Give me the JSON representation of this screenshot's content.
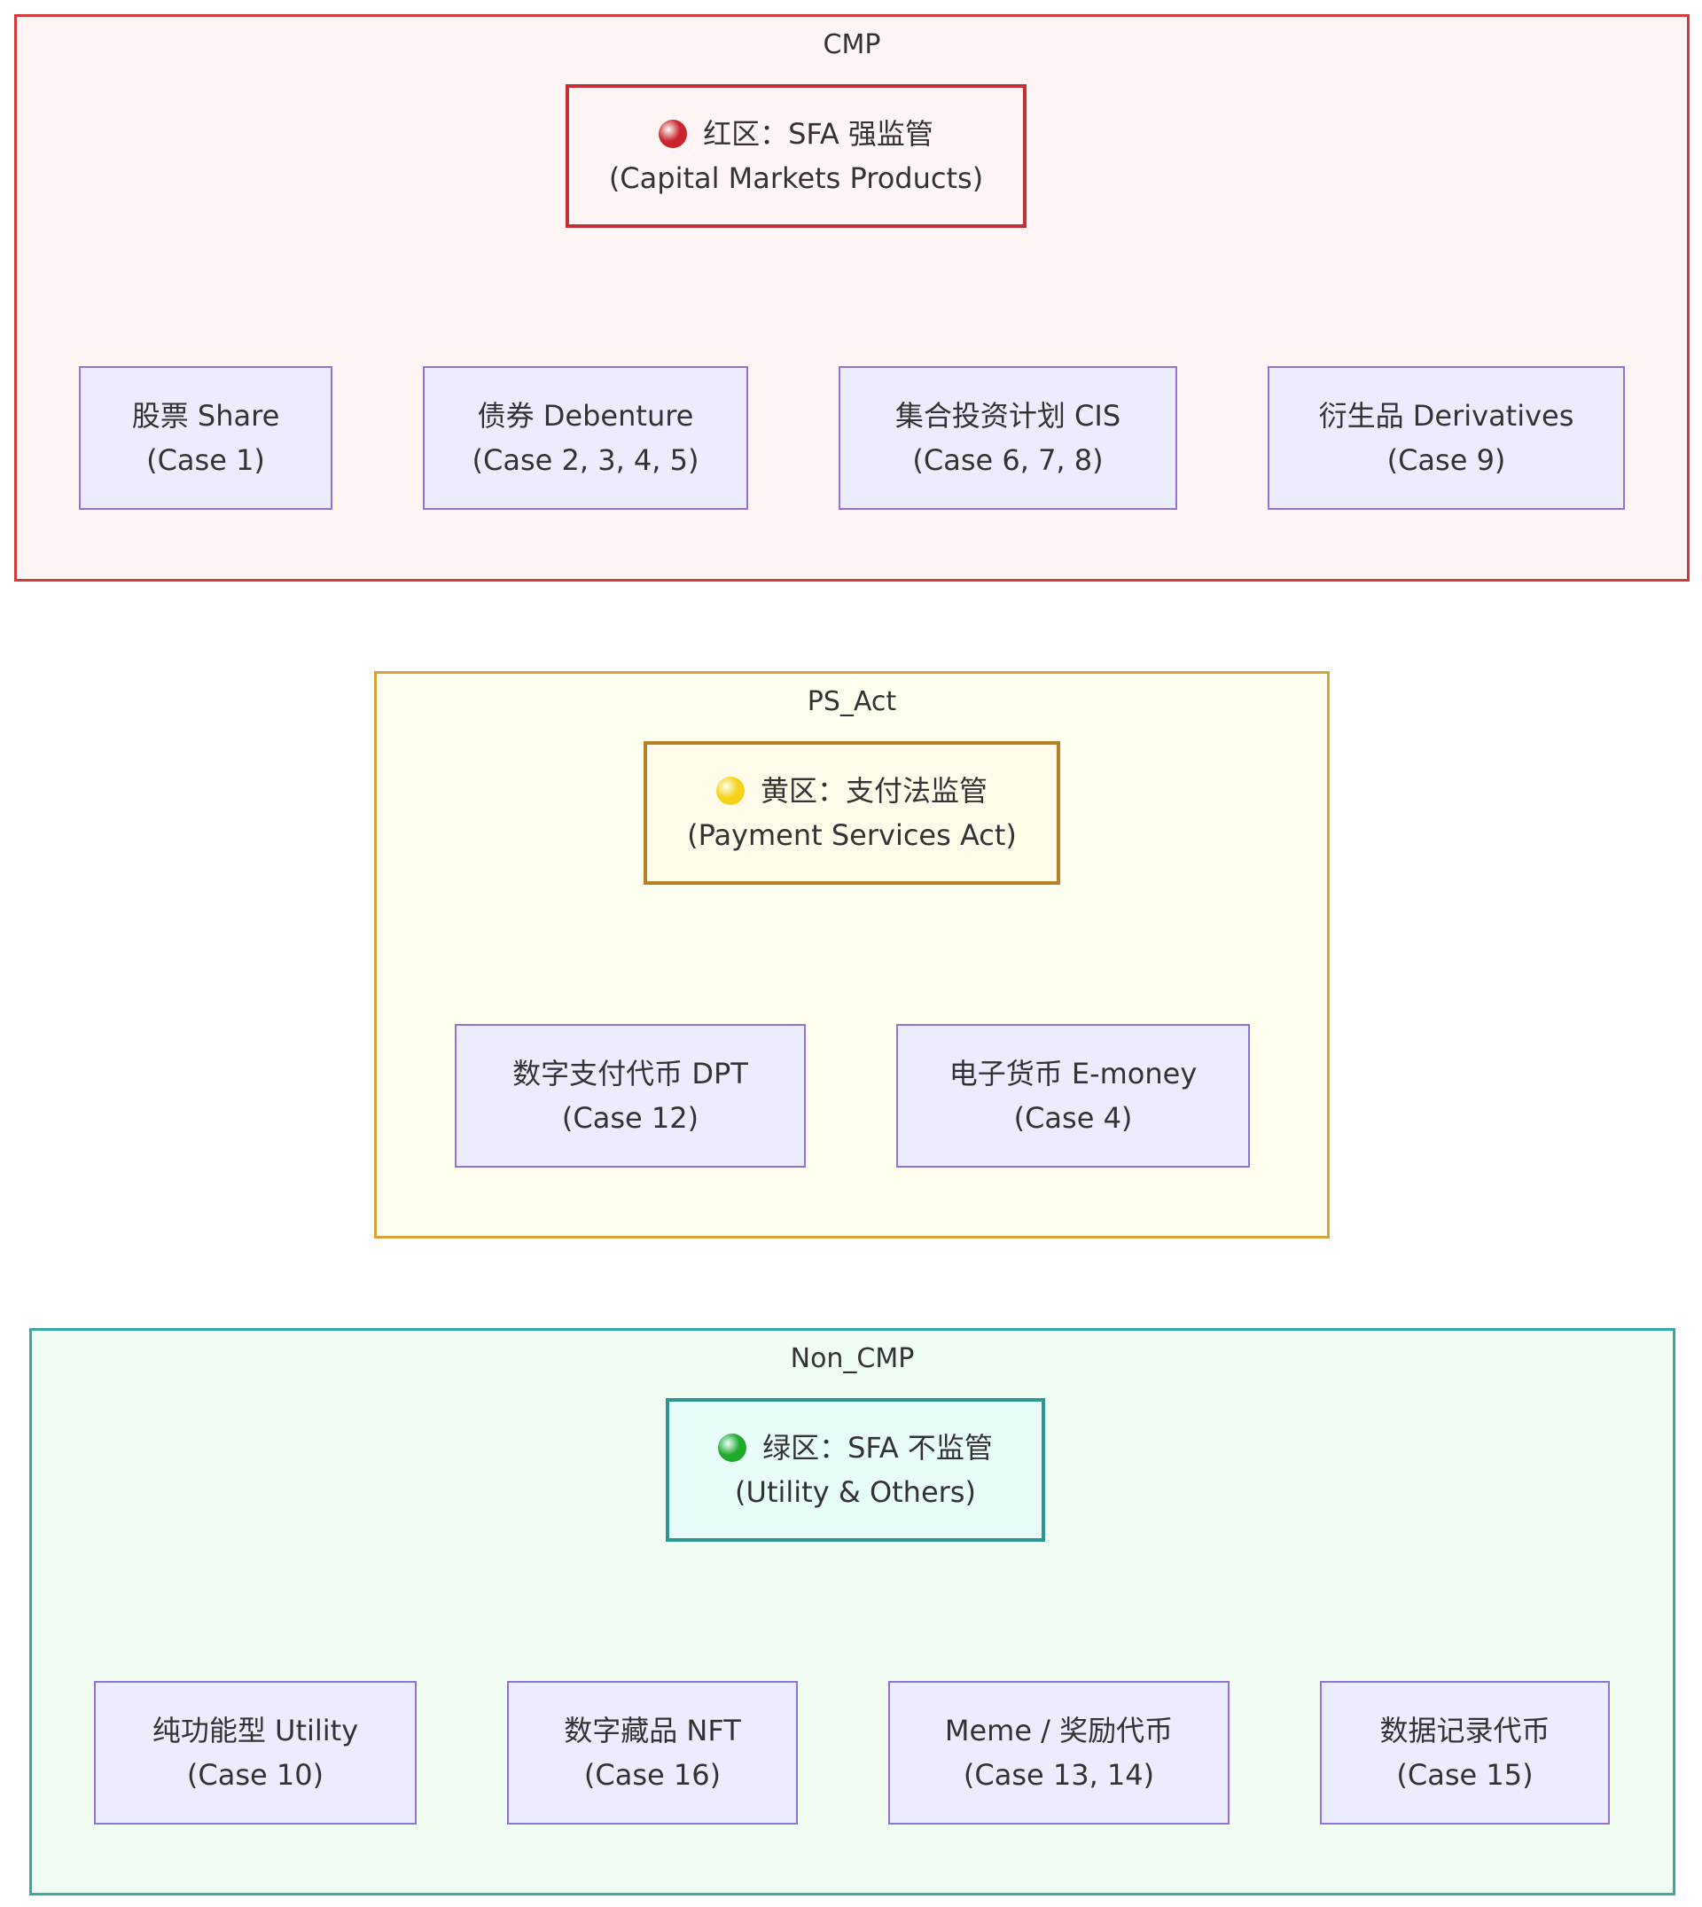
{
  "clusters": [
    {
      "title": "CMP",
      "fill": "#fff5f5",
      "stroke": "#d33a3a",
      "hub": {
        "emoji_color": "#c8242b",
        "line1": "红区：SFA 强监管",
        "line2": "(Capital Markets Products)",
        "fill": "#fff5f5",
        "stroke": "#c62f33"
      },
      "children": [
        {
          "line1": "股票 Share",
          "line2": "(Case 1)"
        },
        {
          "line1": "债券 Debenture",
          "line2": "(Case 2, 3, 4, 5)"
        },
        {
          "line1": "集合投资计划 CIS",
          "line2": "(Case 6, 7, 8)"
        },
        {
          "line1": "衍生品 Derivatives",
          "line2": "(Case 9)"
        }
      ]
    },
    {
      "title": "PS_Act",
      "fill": "#fffff0",
      "stroke": "#d8a23a",
      "hub": {
        "emoji_color": "#f6d31a",
        "line1": "黄区：支付法监管",
        "line2": "(Payment Services Act)",
        "fill": "#fffbea",
        "stroke": "#b88026"
      },
      "children": [
        {
          "line1": "数字支付代币 DPT",
          "line2": "(Case 12)"
        },
        {
          "line1": "电子货币 E-money",
          "line2": "(Case 4)"
        }
      ]
    },
    {
      "title": "Non_CMP",
      "fill": "#effdf3",
      "stroke": "#3aa9a4",
      "hub": {
        "emoji_color": "#1faa2e",
        "line1": "绿区：SFA 不监管",
        "line2": "(Utility & Others)",
        "fill": "#e8fdf9",
        "stroke": "#2e9590"
      },
      "children": [
        {
          "line1": "纯功能型 Utility",
          "line2": "(Case 10)"
        },
        {
          "line1": "数字藏品 NFT",
          "line2": "(Case 16)"
        },
        {
          "line1": "Meme / 奖励代币",
          "line2": "(Case 13, 14)"
        },
        {
          "line1": "数据记录代币",
          "line2": "(Case 15)"
        }
      ]
    }
  ]
}
